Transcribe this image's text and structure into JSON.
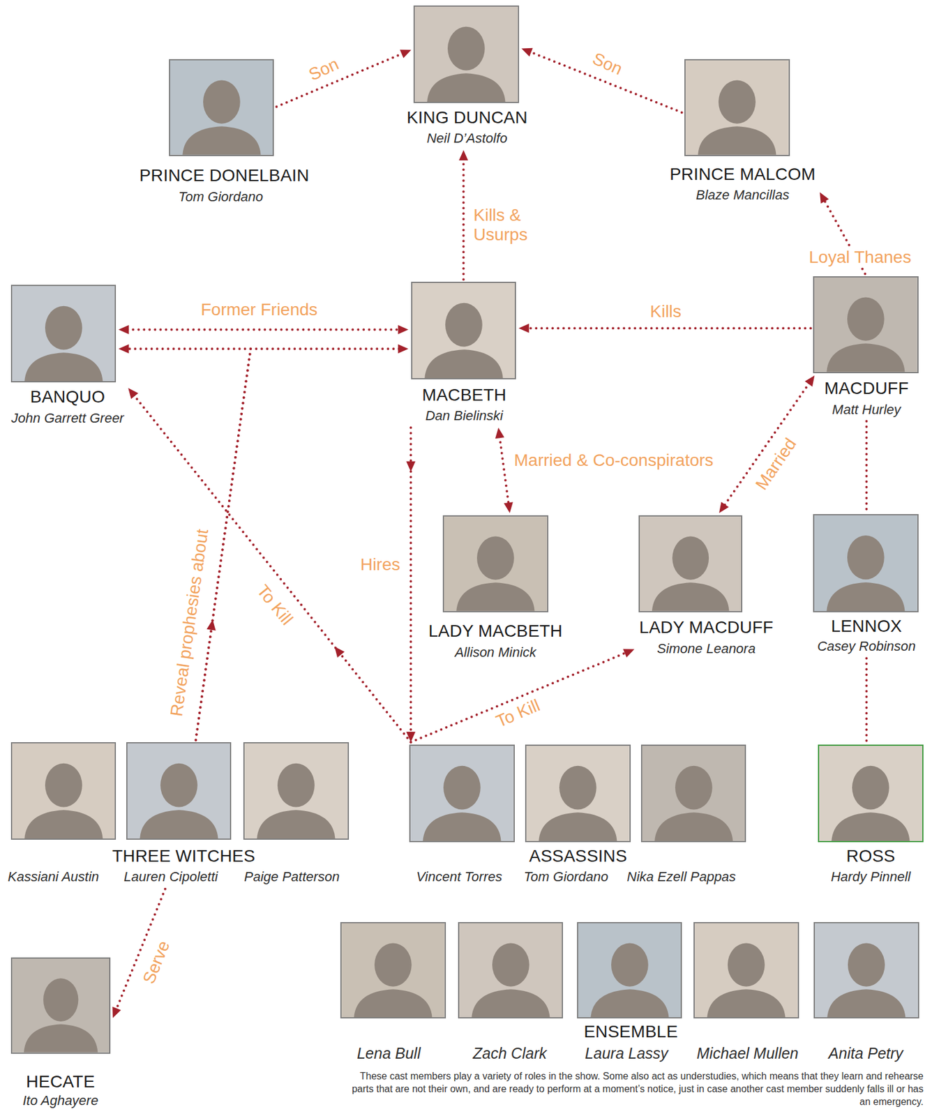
{
  "diagram": {
    "nodes": [
      {
        "text": [
          "KING DUNCAN",
          "Neil D’Astolfo"
        ]
      },
      {
        "text": [
          "PRINCE DONELBAIN",
          "Tom Giordano"
        ]
      },
      {
        "text": [
          "PRINCE MALCOM",
          "Blaze Mancillas"
        ]
      },
      {
        "text": [
          "BANQUO",
          "John Garrett Greer"
        ]
      },
      {
        "text": [
          "MACBETH",
          "Dan Bielinski"
        ]
      },
      {
        "text": [
          "MACDUFF",
          "Matt Hurley"
        ]
      },
      {
        "text": [
          "LADY MACBETH",
          "Allison Minick"
        ]
      },
      {
        "text": [
          "LADY MACDUFF",
          "Simone Leanora"
        ]
      },
      {
        "text": [
          "LENNOX",
          "Casey Robinson"
        ]
      },
      {
        "text": [
          "THREE WITCHES",
          "Kassiani Austin",
          "Lauren Cipoletti",
          "Paige Patterson"
        ]
      },
      {
        "text": [
          "ASSASSINS",
          "Vincent Torres",
          "Tom Giordano",
          "Nika Ezell Pappas"
        ]
      },
      {
        "text": [
          "ROSS",
          "Hardy Pinnell"
        ]
      },
      {
        "text": [
          "HECATE",
          "Ito Aghayere"
        ]
      },
      {
        "text": [
          "ENSEMBLE",
          "Lena Bull",
          "Zach Clark",
          "Laura Lassy",
          "Michael Mullen",
          "Anita Petry"
        ]
      }
    ],
    "edges": [
      {
        "from": 1,
        "to": 0,
        "label": "Son",
        "arrow": "to"
      },
      {
        "from": 2,
        "to": 0,
        "label": "Son",
        "arrow": "to"
      },
      {
        "from": 4,
        "to": 0,
        "label": "Kills & Usurps",
        "arrow": "to"
      },
      {
        "from": 5,
        "to": 2,
        "label": "Loyal Thanes",
        "arrow": "to"
      },
      {
        "from": 3,
        "to": 4,
        "label": "Former Friends",
        "arrow": "both"
      },
      {
        "from": 5,
        "to": 4,
        "label": "Kills",
        "arrow": "to"
      },
      {
        "from": 9,
        "to": 4,
        "label": "Reveal prophesies about",
        "arrow": "to"
      },
      {
        "from": 9,
        "to": 3,
        "arrow": "to"
      },
      {
        "from": 4,
        "to": 6,
        "label": "Married & Co-conspirators",
        "arrow": "both"
      },
      {
        "from": 5,
        "to": 7,
        "label": "Married",
        "arrow": "both"
      },
      {
        "from": 5,
        "to": 8,
        "arrow": "none"
      },
      {
        "from": 8,
        "to": 11,
        "arrow": "none"
      },
      {
        "from": 4,
        "to": 10,
        "label": "Hires",
        "arrow": "to"
      },
      {
        "from": 10,
        "to": 3,
        "label": "To Kill",
        "arrow": "to"
      },
      {
        "from": 10,
        "to": 7,
        "label": "To Kill",
        "arrow": "to"
      },
      {
        "from": 9,
        "to": 12,
        "label": "Serve",
        "arrow": "to"
      }
    ],
    "labels": [
      "These cast members play a variety of roles in the show. Some also act as understudies, which means that they learn and rehearse parts that are not their own, and are ready to perform at a moment’s notice, just in case another cast member suddenly falls ill or has an emergency."
    ]
  }
}
